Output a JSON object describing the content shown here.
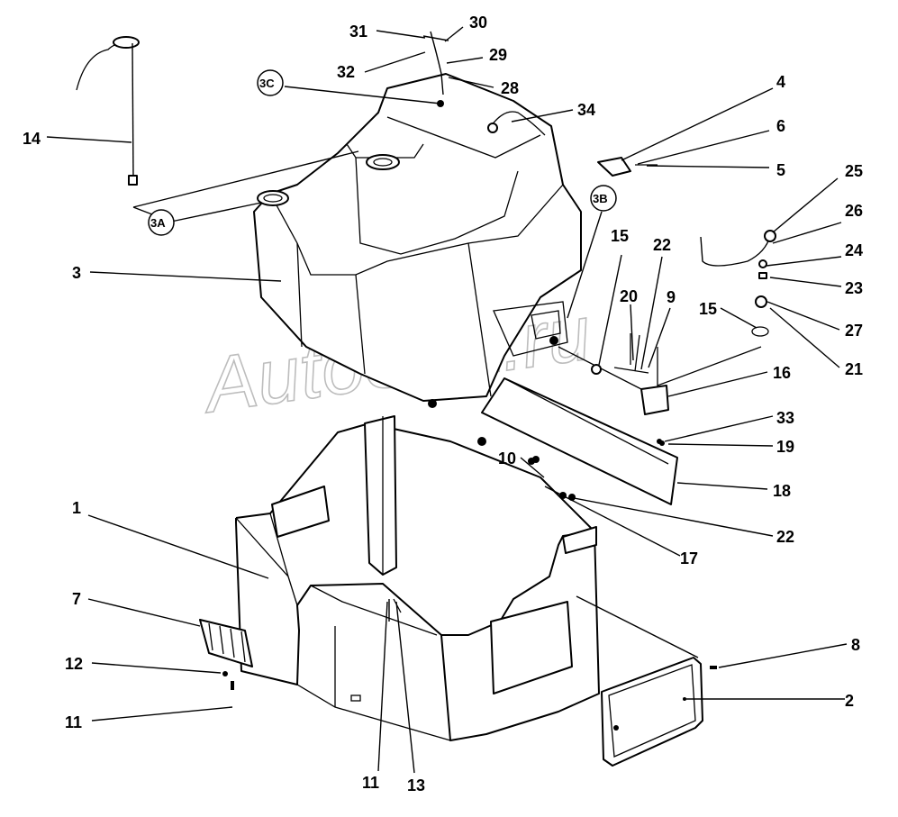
{
  "watermark": "AutoSoft.ru",
  "callouts": [
    {
      "id": "31",
      "text": "31"
    },
    {
      "id": "30",
      "text": "30"
    },
    {
      "id": "32",
      "text": "32"
    },
    {
      "id": "29",
      "text": "29"
    },
    {
      "id": "28",
      "text": "28"
    },
    {
      "id": "3C",
      "text": "3C"
    },
    {
      "id": "4",
      "text": "4"
    },
    {
      "id": "34",
      "text": "34"
    },
    {
      "id": "6",
      "text": "6"
    },
    {
      "id": "14",
      "text": "14"
    },
    {
      "id": "5",
      "text": "5"
    },
    {
      "id": "25",
      "text": "25"
    },
    {
      "id": "3B",
      "text": "3B"
    },
    {
      "id": "3A",
      "text": "3A"
    },
    {
      "id": "26",
      "text": "26"
    },
    {
      "id": "15a",
      "text": "15"
    },
    {
      "id": "22a",
      "text": "22"
    },
    {
      "id": "24",
      "text": "24"
    },
    {
      "id": "3",
      "text": "3"
    },
    {
      "id": "23",
      "text": "23"
    },
    {
      "id": "20",
      "text": "20"
    },
    {
      "id": "9",
      "text": "9"
    },
    {
      "id": "15b",
      "text": "15"
    },
    {
      "id": "27",
      "text": "27"
    },
    {
      "id": "21",
      "text": "21"
    },
    {
      "id": "16",
      "text": "16"
    },
    {
      "id": "33",
      "text": "33"
    },
    {
      "id": "19",
      "text": "19"
    },
    {
      "id": "10",
      "text": "10"
    },
    {
      "id": "18",
      "text": "18"
    },
    {
      "id": "1",
      "text": "1"
    },
    {
      "id": "22b",
      "text": "22"
    },
    {
      "id": "17",
      "text": "17"
    },
    {
      "id": "7",
      "text": "7"
    },
    {
      "id": "8",
      "text": "8"
    },
    {
      "id": "12",
      "text": "12"
    },
    {
      "id": "2",
      "text": "2"
    },
    {
      "id": "11a",
      "text": "11"
    },
    {
      "id": "11b",
      "text": "11"
    },
    {
      "id": "13",
      "text": "13"
    }
  ]
}
